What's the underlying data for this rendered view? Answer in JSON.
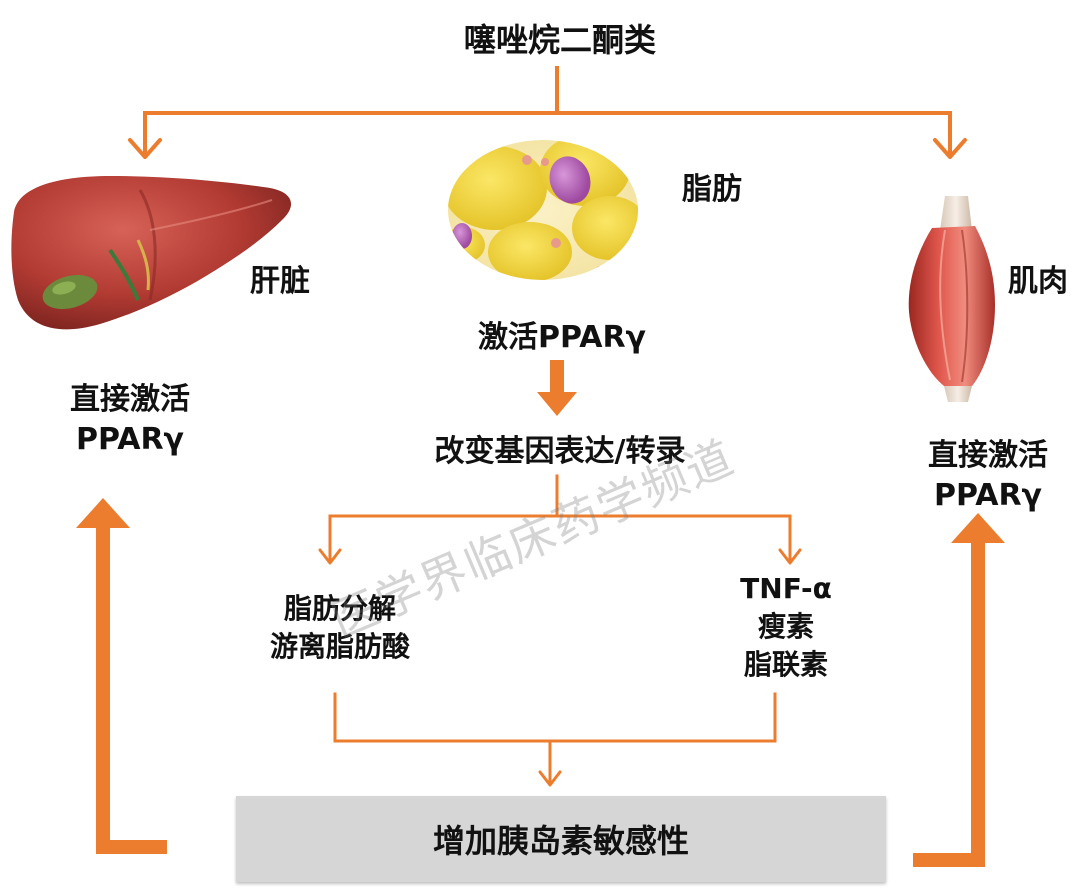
{
  "title": "噻唑烷二酮类",
  "organs": {
    "liver": {
      "label": "肝脏",
      "action_line1": "直接激活",
      "action_line2": "PPARγ"
    },
    "fat": {
      "label": "脂肪",
      "action": "激活PPARγ"
    },
    "muscle": {
      "label": "肌肉",
      "action_line1": "直接激活",
      "action_line2": "PPARγ"
    }
  },
  "middle": {
    "gene": "改变基因表达/转录",
    "left_line1": "脂肪分解",
    "left_line2": "游离脂肪酸",
    "right_line1": "TNF-α",
    "right_line2": "瘦素",
    "right_line3": "脂联素"
  },
  "result": "增加胰岛素敏感性",
  "watermark": "医学界临床药学频道",
  "colors": {
    "arrow": "#ec7d2e",
    "result_box": "#d6d6d6",
    "liver": "#b23b33",
    "fat": "#f1d640",
    "muscle": "#d2473e"
  }
}
